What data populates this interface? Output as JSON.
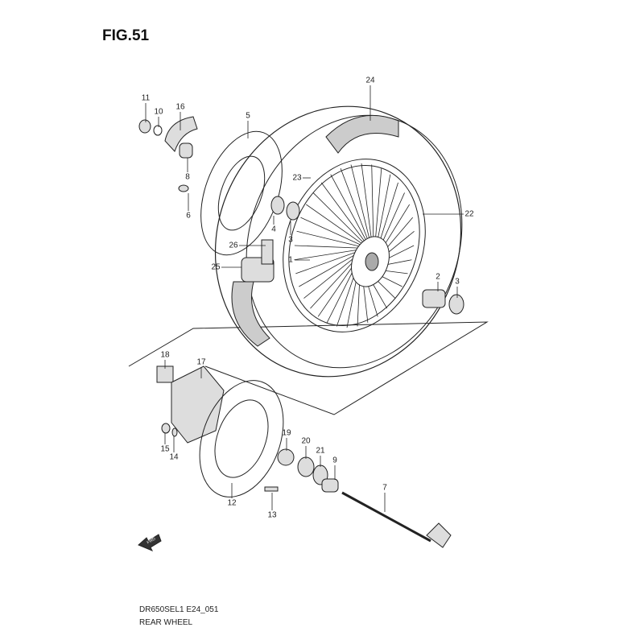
{
  "figure": {
    "title": "FIG.51",
    "code": "DR650SEL1 E24_051",
    "name": "REAR WHEEL"
  },
  "fwd_arrow": {
    "text": "FWD",
    "icon": "fwd-arrow-icon"
  },
  "callouts": {
    "c11": "11",
    "c10": "10",
    "c16": "16",
    "c8": "8",
    "c6": "6",
    "c5": "5",
    "c24": "24",
    "c23": "23",
    "c22": "22",
    "c4": "4",
    "c3a": "3",
    "c26": "26",
    "c25": "25",
    "c1": "1",
    "c2": "2",
    "c3b": "3",
    "c18": "18",
    "c17": "17",
    "c15": "15",
    "c14": "14",
    "c19": "19",
    "c20": "20",
    "c21": "21",
    "c9": "9",
    "c7": "7",
    "c12": "12",
    "c13": "13"
  }
}
